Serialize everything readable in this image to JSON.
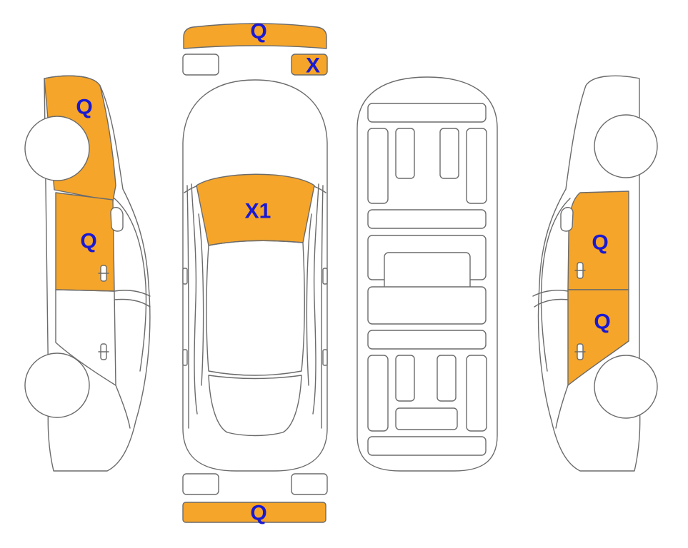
{
  "colors": {
    "damage_fill": "#f5a52a",
    "label_text": "#1a19d2",
    "outline": "#6b6b6b",
    "background": "#ffffff"
  },
  "labels": {
    "front_bumper": "Q",
    "front_right_headlight": "X",
    "windshield": "X1",
    "rear_bumper": "Q",
    "left_front_fender": "Q",
    "left_front_door": "Q",
    "right_front_door": "Q",
    "right_rear_door": "Q"
  }
}
